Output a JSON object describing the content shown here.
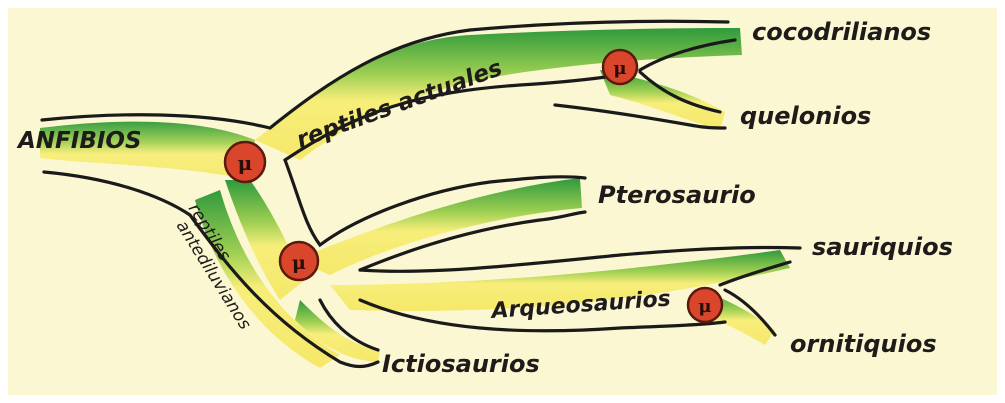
{
  "labels": {
    "anfibios": "ANFIBIOS",
    "reptiles_actuales": "reptiles actuales",
    "reptiles_antediluvianos_line1": "reptiles",
    "reptiles_antediluvianos_line2": "antediluvianos",
    "cocodrilianos": "cocodrilianos",
    "quelonios": "quelonios",
    "pterosaurio": "Pterosaurio",
    "arqueosaurios": "Arqueosaurios",
    "sauriquios": "sauriquios",
    "ornitiquios": "ornitiquios",
    "ictiosaurios": "Ictiosaurios"
  },
  "node_symbol": "μ",
  "colors": {
    "background": "#fbf7d2",
    "yellow": "#f7ee7a",
    "green": "#2f9a3c",
    "node_fill": "#d9462b",
    "ink": "#1e1b1a"
  }
}
